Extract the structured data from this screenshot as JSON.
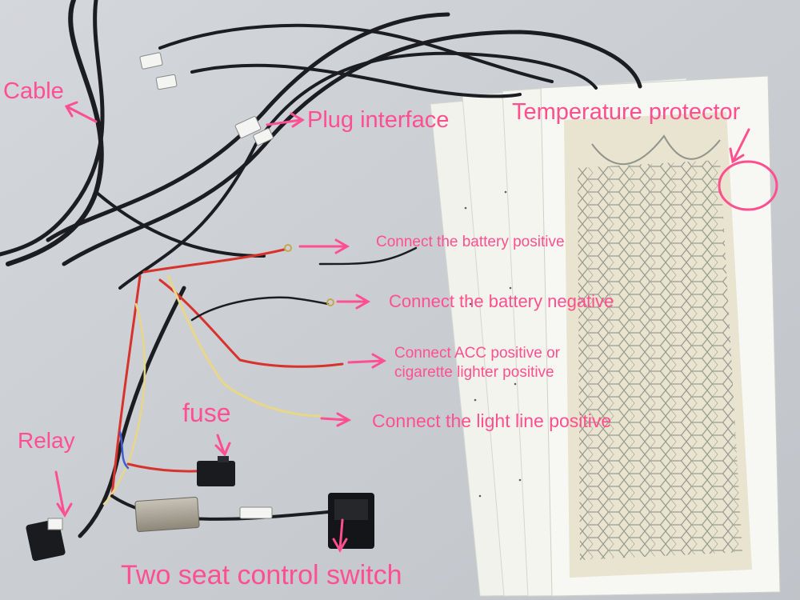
{
  "colors": {
    "annotation_pink": "#ff4f8f",
    "label_text": "#ff4f8f",
    "background_wall": "#c9cdd2",
    "heater_paper": "#f4f4ef",
    "heater_pad": "#e8e3cd",
    "heater_wire": "#8f948c",
    "cable_black": "#1c1d20",
    "wire_red": "#d8322c",
    "wire_yellow": "#e8d788",
    "wire_blue": "#3b5fd1"
  },
  "labels": {
    "cable": "Cable",
    "plug_interface": "Plug interface",
    "temperature_protector": "Temperature protector",
    "battery_positive": "Connect the battery positive",
    "battery_negative": "Connect the battery negative",
    "acc_positive_line1": "Connect ACC positive or",
    "acc_positive_line2": "cigarette lighter positive",
    "light_line_positive": "Connect the light line positive",
    "fuse": "fuse",
    "relay": "Relay",
    "seat_control_switch": "Two seat control switch"
  },
  "icons": {
    "arrow": "pink-arrow-icon",
    "highlight": "pink-circle-highlight-icon"
  }
}
